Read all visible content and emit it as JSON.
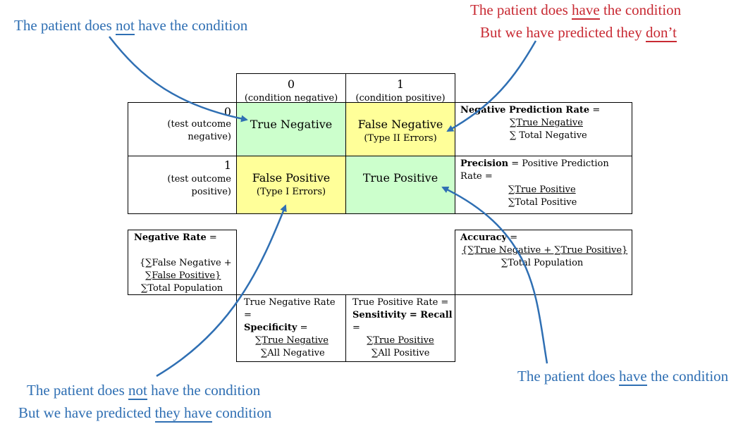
{
  "colors": {
    "annotation_blue": "#2f6fb3",
    "annotation_red": "#c82a33",
    "green_cell": "#ccffcc",
    "yellow_cell": "#ffff99"
  },
  "annotations": {
    "top_left": {
      "before": "The patient does ",
      "emph": "not",
      "after": " have the condition"
    },
    "top_right_line1": {
      "before": "The patient does ",
      "emph": "have",
      "after": " the condition"
    },
    "top_right_line2": {
      "before": "But we have predicted they ",
      "emph": "don’t",
      "after": ""
    },
    "bottom_left_line1": {
      "before": "The patient does ",
      "emph": "not",
      "after": " have the condition"
    },
    "bottom_left_line2": {
      "before": "But we have predicted ",
      "emph": "they have",
      "after": " condition"
    },
    "bottom_right": {
      "before": "The patient does ",
      "emph": "have",
      "after": " the condition"
    }
  },
  "header": {
    "col0_value": "0",
    "col0_label": "(condition negative)",
    "col1_value": "1",
    "col1_label": "(condition positive)"
  },
  "rows": {
    "row0_value": "0",
    "row0_label_1": "(test outcome",
    "row0_label_2": "negative)",
    "row1_value": "1",
    "row1_label": "(test outcome positive)"
  },
  "cells": {
    "tn": "True Negative",
    "fn": "False Negative",
    "fn_sub": "(Type II Errors)",
    "fp": "False Positive",
    "fp_sub": "(Type I Errors)",
    "tp": "True Positive"
  },
  "formulas": {
    "npr_title": "Negative Prediction Rate",
    "npr_eq": " =",
    "npr_num": "∑True Negative",
    "npr_den": "∑ Total Negative",
    "precision_title": "Precision",
    "precision_rest": " = Positive Prediction",
    "precision_rest2": "Rate =",
    "precision_num": "∑True Positive",
    "precision_den": "∑Total Positive",
    "neg_rate_title": "Negative Rate",
    "neg_rate_eq": " =",
    "neg_rate_num1": "{∑False Negative +",
    "neg_rate_num2": "∑False Positive}",
    "neg_rate_den": "∑Total Population",
    "accuracy_title": "Accuracy",
    "accuracy_eq": " =",
    "accuracy_num": "{∑True Negative + ∑True Positive}",
    "accuracy_den": "∑Total Population",
    "spec_line1": "True Negative Rate =",
    "spec_title": "Specificity",
    "spec_eq": " =",
    "spec_num": "∑True Negative",
    "spec_den": "∑All Negative",
    "sens_line1": "True Positive Rate =",
    "sens_title": "Sensitivity = Recall",
    "sens_eq": "=",
    "sens_num": "∑True Positive",
    "sens_den": "∑All Positive"
  }
}
